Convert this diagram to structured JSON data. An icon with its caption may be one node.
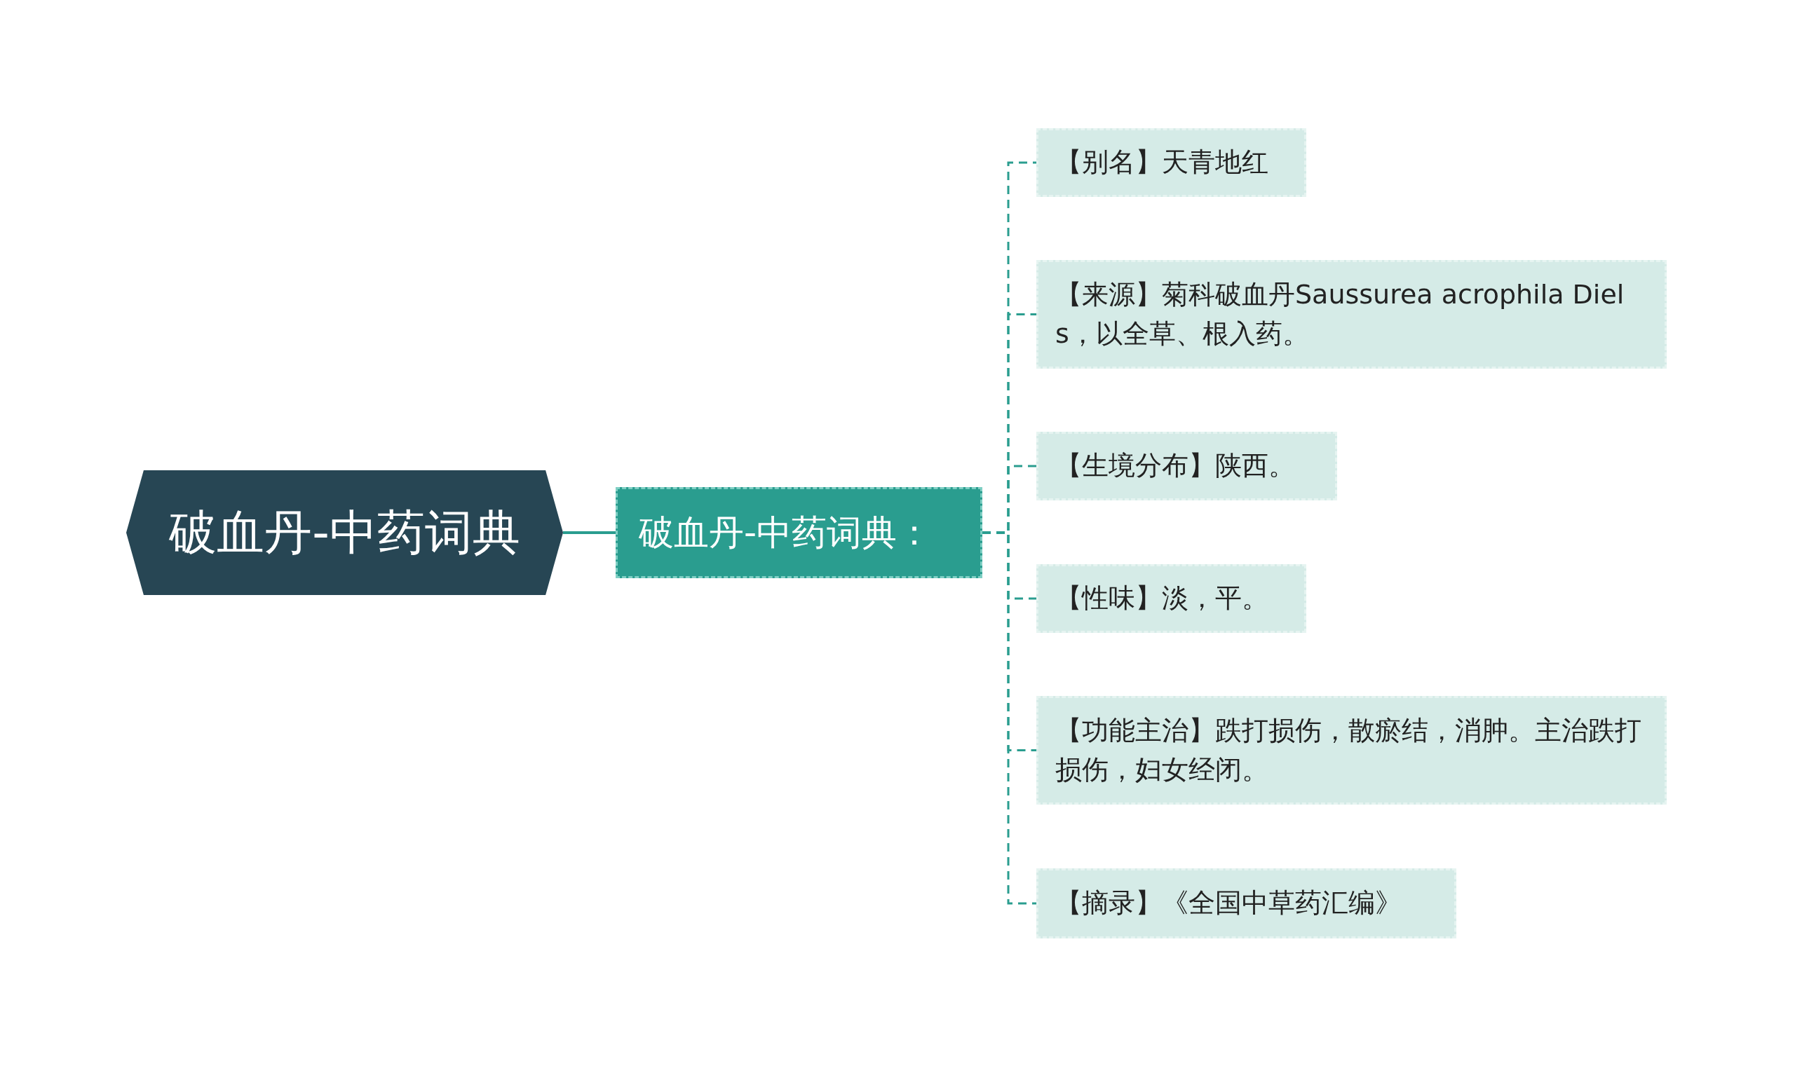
{
  "diagram": {
    "nodes": [
      {
        "text": [
          "破血丹-中药词典"
        ]
      },
      {
        "text": [
          "破血丹-中药词典："
        ]
      },
      {
        "text": [
          "【别名】天青地红"
        ]
      },
      {
        "text": [
          "【来源】菊科破血丹Saussurea acrophila Diels，以全草、根入药。"
        ]
      },
      {
        "text": [
          "【生境分布】陕西。"
        ]
      },
      {
        "text": [
          "【性味】淡，平。"
        ]
      },
      {
        "text": [
          "【功能主治】跌打损伤，散瘀结，消肿。主治跌打损伤，妇女经闭。"
        ]
      },
      {
        "text": [
          "【摘录】《全国中草药汇编》"
        ]
      }
    ],
    "edges": [
      {
        "from": 0,
        "to": 1,
        "arrow": "none"
      },
      {
        "from": 1,
        "to": 2,
        "arrow": "none",
        "style": "dashed"
      },
      {
        "from": 1,
        "to": 3,
        "arrow": "none",
        "style": "dashed"
      },
      {
        "from": 1,
        "to": 4,
        "arrow": "none",
        "style": "dashed"
      },
      {
        "from": 1,
        "to": 5,
        "arrow": "none",
        "style": "dashed"
      },
      {
        "from": 1,
        "to": 6,
        "arrow": "none",
        "style": "dashed"
      },
      {
        "from": 1,
        "to": 7,
        "arrow": "none",
        "style": "dashed"
      }
    ]
  }
}
